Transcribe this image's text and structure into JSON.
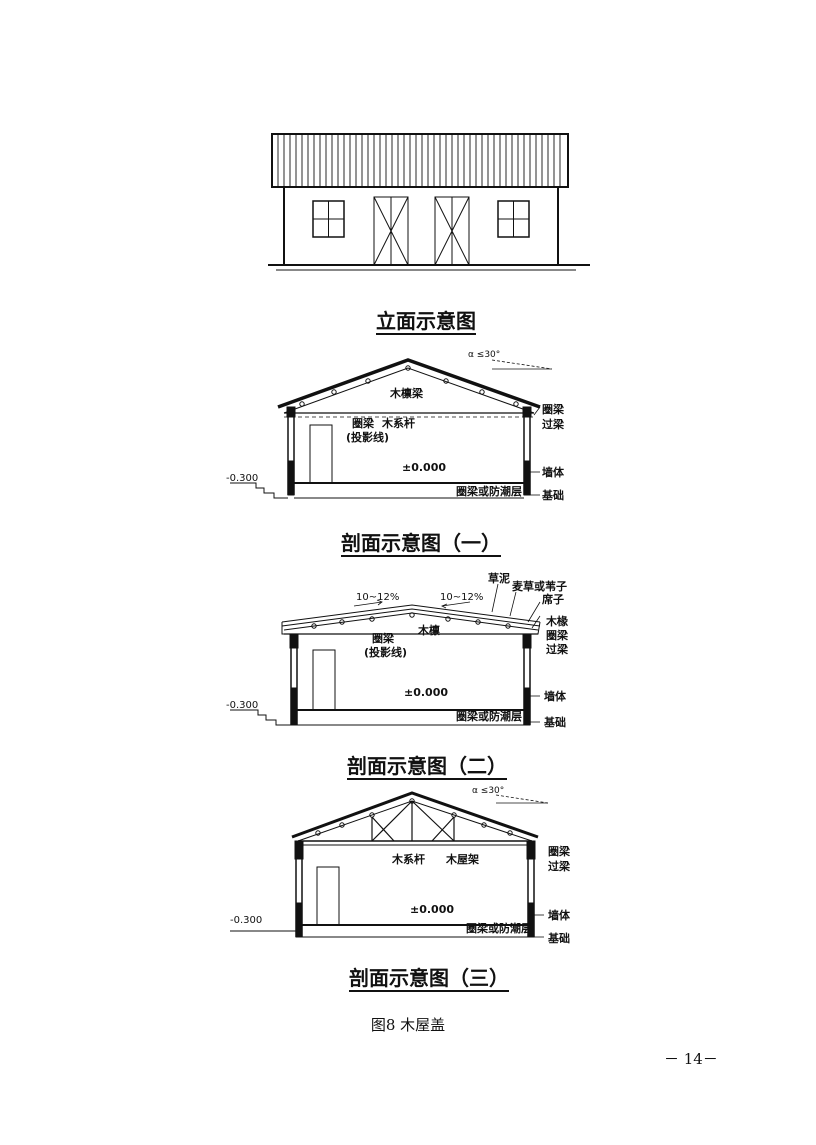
{
  "elevation": {
    "title": "立面示意图"
  },
  "section1": {
    "title": "剖面示意图（一）",
    "labels": {
      "ridge_beam": "木檩梁",
      "ring_beam": "圈梁",
      "projection": "(投影线)",
      "tie_rod": "木系杆",
      "ring_beam_right": "圈梁",
      "lintel": "过梁",
      "wall": "墙体",
      "foundation": "基础",
      "floor_level": "±0.000",
      "ground_level": "-0.300",
      "damp_layer": "圈梁或防潮层",
      "slope": "α ≤30°"
    }
  },
  "section2": {
    "title": "剖面示意图（二）",
    "labels": {
      "mud": "草泥",
      "reed": "麦草或苇子",
      "mat": "席子",
      "rafter": "木椽",
      "purlin": "木檩",
      "ring_beam": "圈梁",
      "projection": "(投影线)",
      "ring_beam_right": "圈梁",
      "lintel": "过梁",
      "wall": "墙体",
      "foundation": "基础",
      "floor_level": "±0.000",
      "ground_level": "-0.300",
      "damp_layer": "圈梁或防潮层",
      "slope_left": "10~12%",
      "slope_right": "10~12%"
    }
  },
  "section3": {
    "title": "剖面示意图（三）",
    "labels": {
      "tie_rod": "木系杆",
      "truss": "木屋架",
      "ring_beam_right": "圈梁",
      "lintel": "过梁",
      "wall": "墙体",
      "foundation": "基础",
      "floor_level": "±0.000",
      "ground_level": "-0.300",
      "damp_layer": "圈梁或防潮层",
      "slope": "α ≤30°"
    }
  },
  "caption": "图8  木屋盖",
  "page_number": "－ 14－"
}
